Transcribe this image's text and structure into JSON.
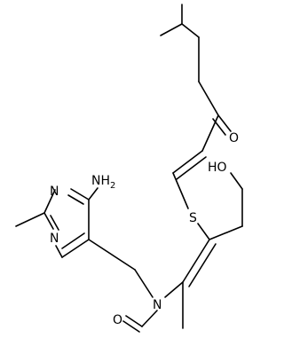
{
  "atoms": {
    "amine": "NH",
    "amine_sub": "2",
    "ring_n1": "N",
    "ring_n3": "N",
    "sulfur": "S",
    "ketone_o": "O",
    "hydroxyl": "HO",
    "amide_n": "N",
    "aldehyde_o": "O"
  },
  "colors": {
    "bond": "#000000",
    "background": "#ffffff"
  }
}
